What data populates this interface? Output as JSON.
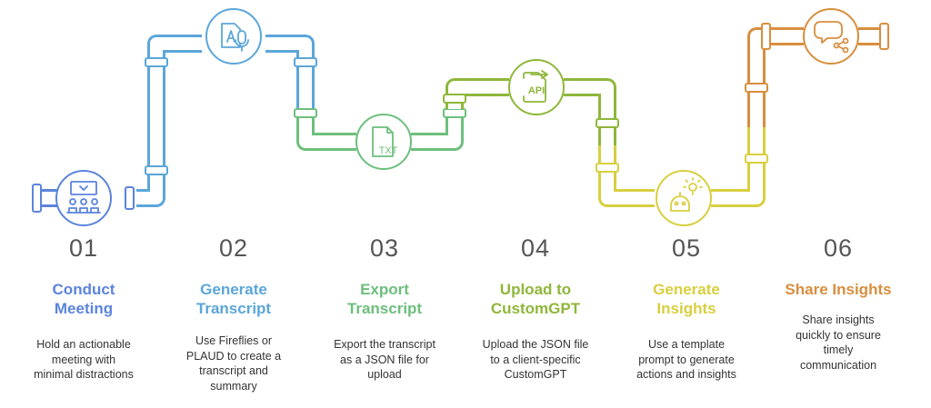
{
  "steps": [
    {
      "number": "01",
      "title_lines": [
        "Conduct",
        "Meeting"
      ],
      "desc_lines": [
        "Hold an actionable",
        "meeting with",
        "minimal distractions"
      ],
      "color": "#5B84DD",
      "icon": "meeting-icon"
    },
    {
      "number": "02",
      "title_lines": [
        "Generate",
        "Transcript"
      ],
      "desc_lines": [
        "Use Fireflies or",
        "PLAUD to create a",
        "transcript and",
        "summary"
      ],
      "color": "#5BA6DA",
      "icon": "transcribe-audio-icon"
    },
    {
      "number": "03",
      "title_lines": [
        "Export",
        "Transcript"
      ],
      "desc_lines": [
        "Export the transcript",
        "as a JSON file for",
        "upload"
      ],
      "color": "#6DBF7D",
      "icon": "txt-file-icon"
    },
    {
      "number": "04",
      "title_lines": [
        "Upload to",
        "CustomGPT"
      ],
      "desc_lines": [
        "Upload the JSON file",
        "to a client-specific",
        "CustomGPT"
      ],
      "color": "#8FB73A",
      "icon": "api-upload-icon"
    },
    {
      "number": "05",
      "title_lines": [
        "Generate",
        "Insights"
      ],
      "desc_lines": [
        "Use a template",
        "prompt to generate",
        "actions and insights"
      ],
      "color": "#D8CF3F",
      "icon": "robot-idea-icon"
    },
    {
      "number": "06",
      "title_lines": [
        "Share Insights"
      ],
      "desc_lines": [
        "Share insights",
        "quickly to ensure",
        "timely",
        "communication"
      ],
      "color": "#D88E3E",
      "icon": "share-chat-icon"
    }
  ],
  "icon_texts": {
    "txt": "TXT",
    "api": "API"
  }
}
